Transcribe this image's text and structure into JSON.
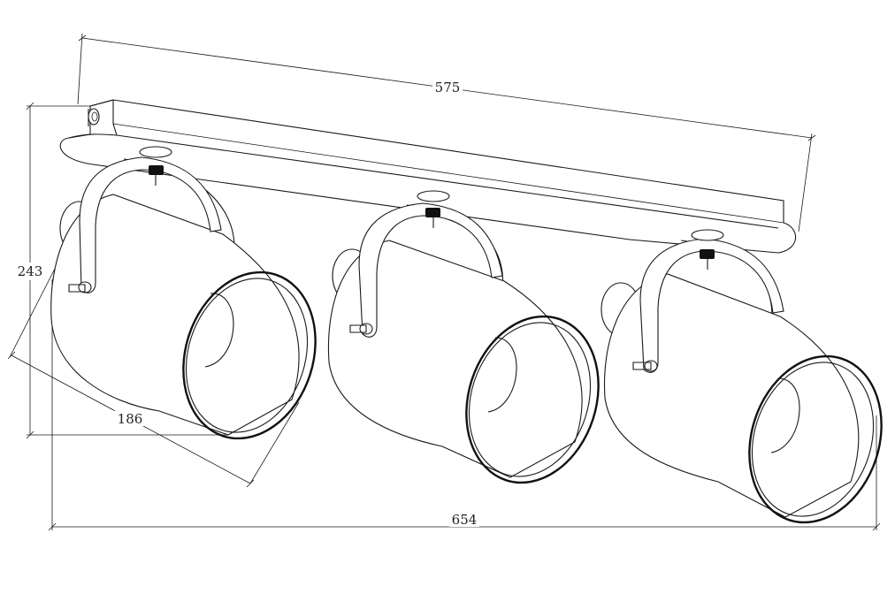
{
  "dimensions": {
    "top_length": "575",
    "height": "243",
    "depth": "186",
    "width": "654"
  }
}
